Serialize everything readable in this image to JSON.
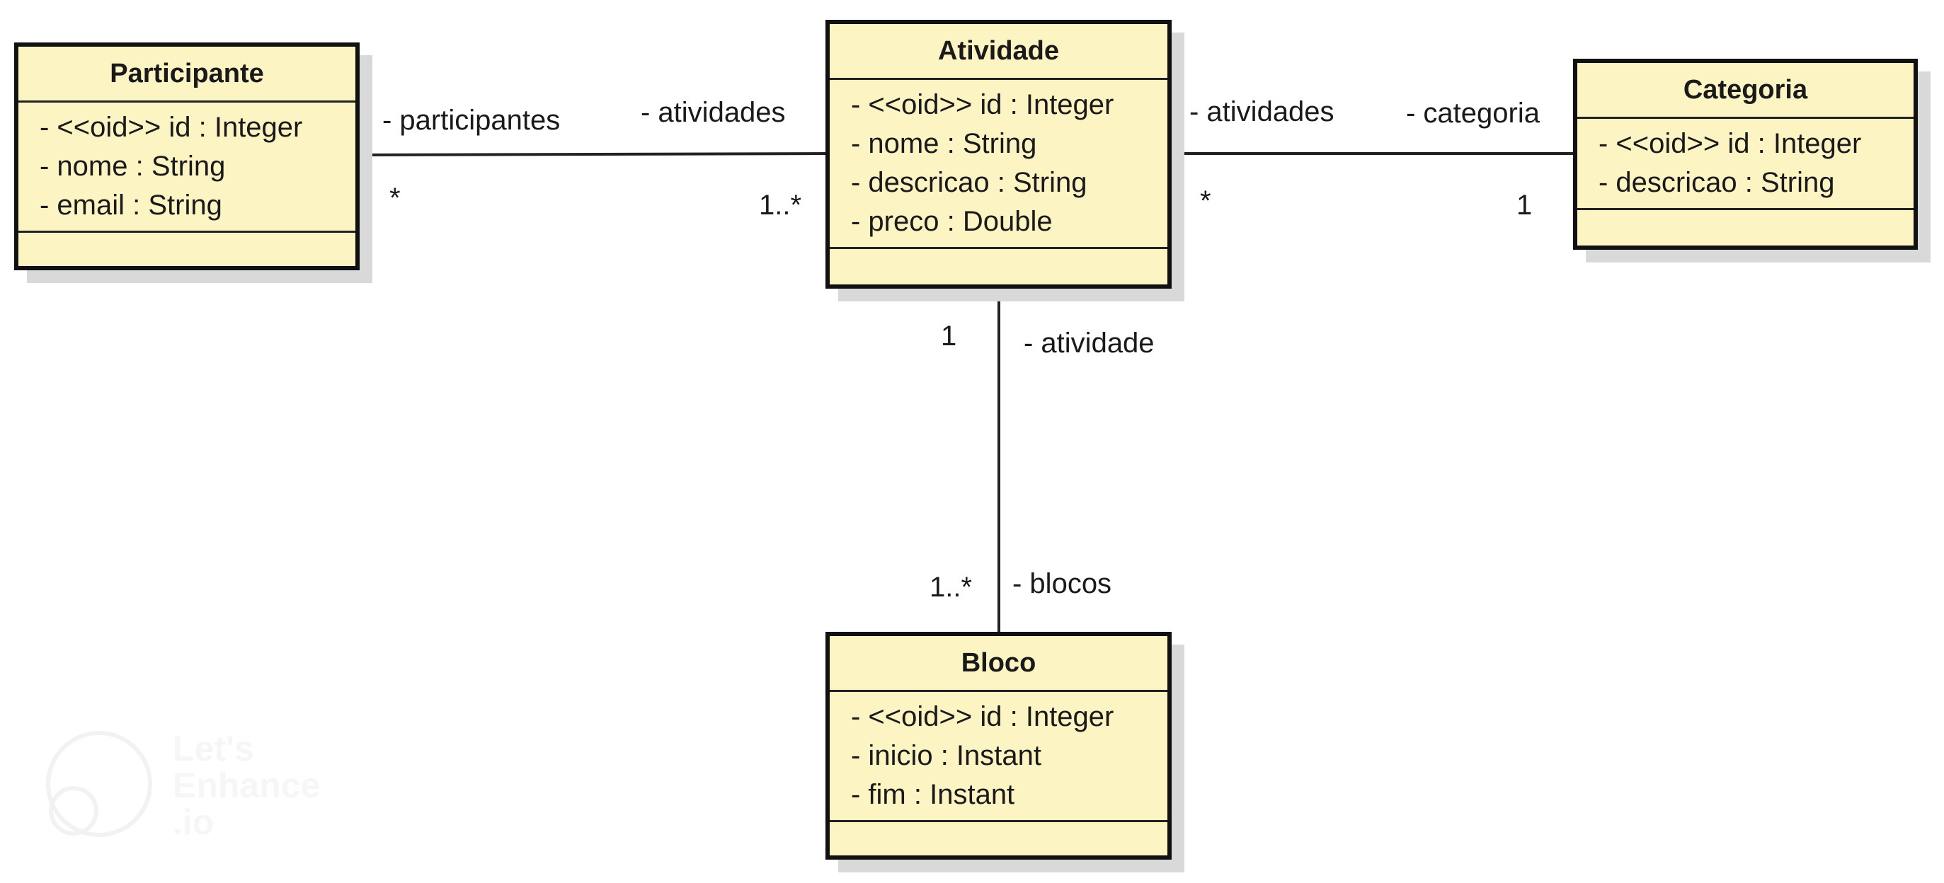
{
  "classes": {
    "participante": {
      "name": "Participante",
      "attributes": [
        "- <<oid>> id : Integer",
        "- nome : String",
        "- email : String"
      ]
    },
    "atividade": {
      "name": "Atividade",
      "attributes": [
        "- <<oid>> id : Integer",
        "- nome : String",
        "- descricao : String",
        "- preco : Double"
      ]
    },
    "categoria": {
      "name": "Categoria",
      "attributes": [
        "- <<oid>> id : Integer",
        "- descricao : String"
      ]
    },
    "bloco": {
      "name": "Bloco",
      "attributes": [
        "- <<oid>> id : Integer",
        "- inicio : Instant",
        "- fim : Instant"
      ]
    }
  },
  "associations": {
    "participante_atividade": {
      "role_near_participante": "- participantes",
      "mult_near_participante": "*",
      "role_near_atividade": "- atividades",
      "mult_near_atividade": "1..*"
    },
    "atividade_categoria": {
      "role_near_atividade": "- atividades",
      "mult_near_atividade": "*",
      "role_near_categoria": "- categoria",
      "mult_near_categoria": "1"
    },
    "atividade_bloco": {
      "role_near_atividade": "- atividade",
      "mult_near_atividade": "1",
      "role_near_bloco": "- blocos",
      "mult_near_bloco": "1..*"
    }
  },
  "watermark": {
    "text": "Let's\nEnhance\n.io"
  }
}
